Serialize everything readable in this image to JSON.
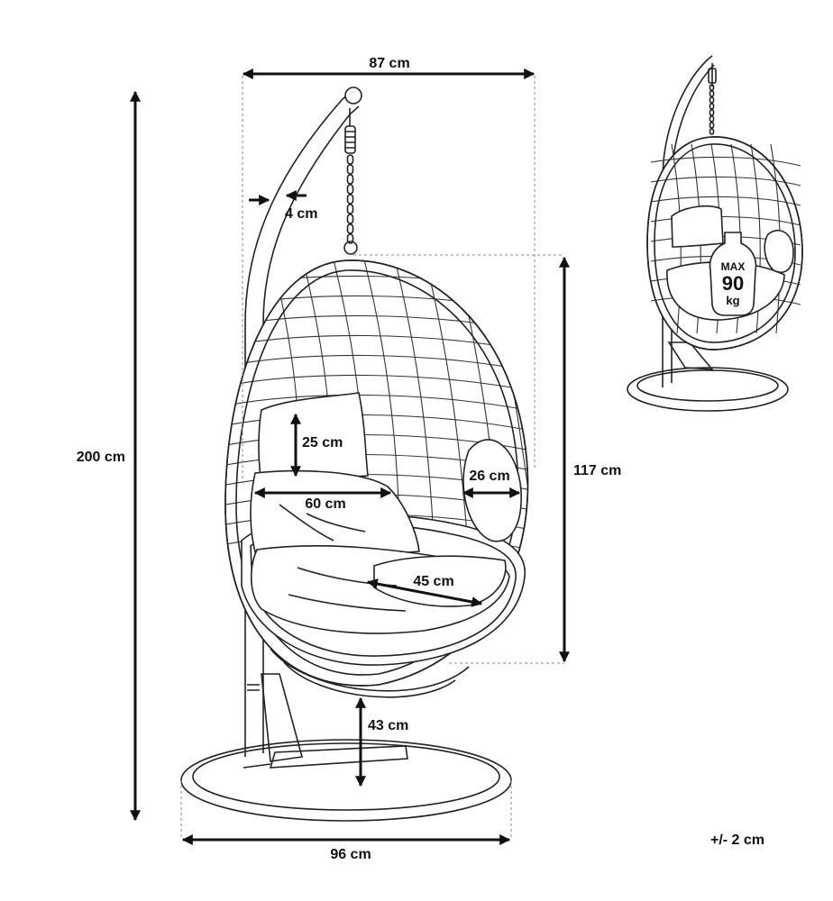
{
  "dimensions": {
    "overall_width": "87 cm",
    "pole_thickness": "4 cm",
    "total_height": "200 cm",
    "basket_height": "117 cm",
    "cushion_height": "25 cm",
    "opening_depth": "26 cm",
    "seat_width": "60 cm",
    "seat_depth": "45 cm",
    "ground_clearance": "43 cm",
    "base_diameter": "96 cm"
  },
  "tolerance": "+/- 2 cm",
  "max_load_badge": {
    "line1": "MAX",
    "line2": "90",
    "line3": "kg"
  },
  "icons": {
    "main_drawing": "hanging-egg-chair-icon",
    "preview": "hanging-egg-chair-thumbnail-icon",
    "weight_badge": "weight-badge-icon"
  }
}
